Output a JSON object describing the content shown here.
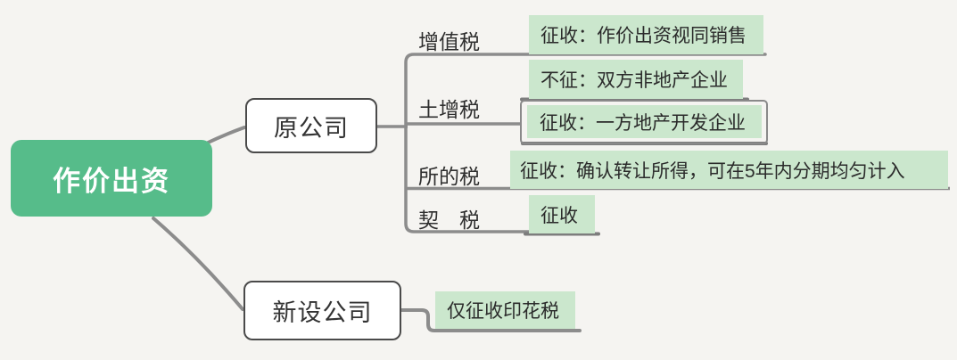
{
  "diagram": {
    "type": "mindmap",
    "root": {
      "label": "作价出资"
    },
    "branches": [
      {
        "label": "原公司",
        "children": [
          {
            "label": "增值税",
            "leaves": [
              {
                "label": "征收：作价出资视同销售"
              }
            ]
          },
          {
            "label": "土增税",
            "leaves": [
              {
                "label": "不征：双方非地产企业"
              },
              {
                "label": "征收：一方地产开发企业",
                "bordered": true
              }
            ]
          },
          {
            "label": "所的税",
            "leaves": [
              {
                "label": "征收：确认转让所得，可在5年内分期均匀计入"
              }
            ]
          },
          {
            "label": "契　税",
            "leaves": [
              {
                "label": "征收"
              }
            ]
          }
        ]
      },
      {
        "label": "新设公司",
        "leaves": [
          {
            "label": "仅征收印花税"
          }
        ]
      }
    ],
    "colors": {
      "root_fill": "#56bc8a",
      "root_text": "#ffffff",
      "leaf_fill": "#cbe7cd",
      "connector": "#8c8c8c",
      "leaf_underline": "#7d7d7d",
      "node_border": "#4a4a4a",
      "text": "#2f2f2f",
      "background": "#f5f4f1"
    }
  }
}
